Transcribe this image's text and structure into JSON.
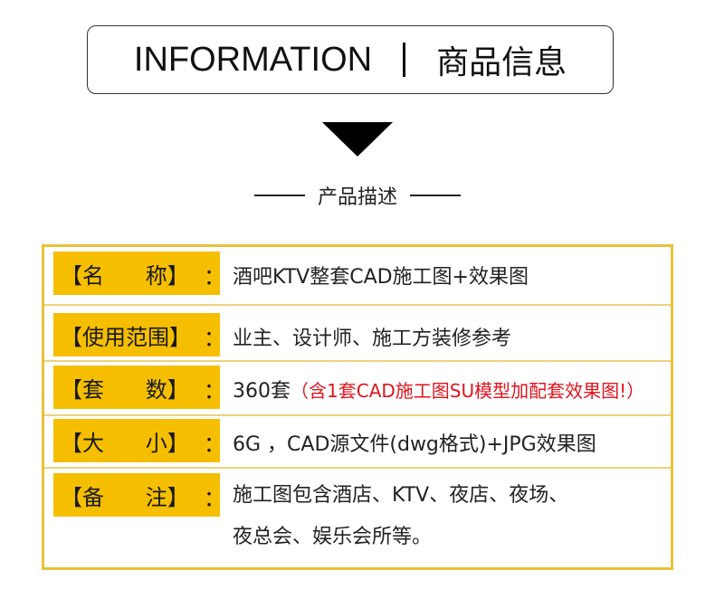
{
  "header": {
    "title_en": "INFORMATION",
    "separator": "|",
    "title_cn": "商品信息"
  },
  "arrow_icon": "down-triangle",
  "subtitle": {
    "text": "产品描述",
    "decoration": "——"
  },
  "colors": {
    "accent_yellow": "#f5bf00",
    "border_yellow": "#e8c13a",
    "highlight_red": "#e0141e",
    "text": "#222222"
  },
  "info_rows": [
    {
      "label": "【名      称】",
      "colon": "：",
      "value": "酒吧KTV整套CAD施工图+效果图"
    },
    {
      "label": "【使用范围】",
      "colon": "：",
      "value": "业主、设计师、施工方装修参考"
    },
    {
      "label": "【套      数】",
      "colon": "：",
      "value": "360套",
      "value_note": "（含1套CAD施工图SU模型加配套效果图!）"
    },
    {
      "label": "【大      小】",
      "colon": "：",
      "value": "6G ，CAD源文件(dwg格式)+JPG效果图"
    },
    {
      "label": "【备      注】",
      "colon": "：",
      "value": "施工图包含酒店、KTV、夜店、夜场、",
      "value_line2": "夜总会、娱乐会所等。"
    }
  ]
}
